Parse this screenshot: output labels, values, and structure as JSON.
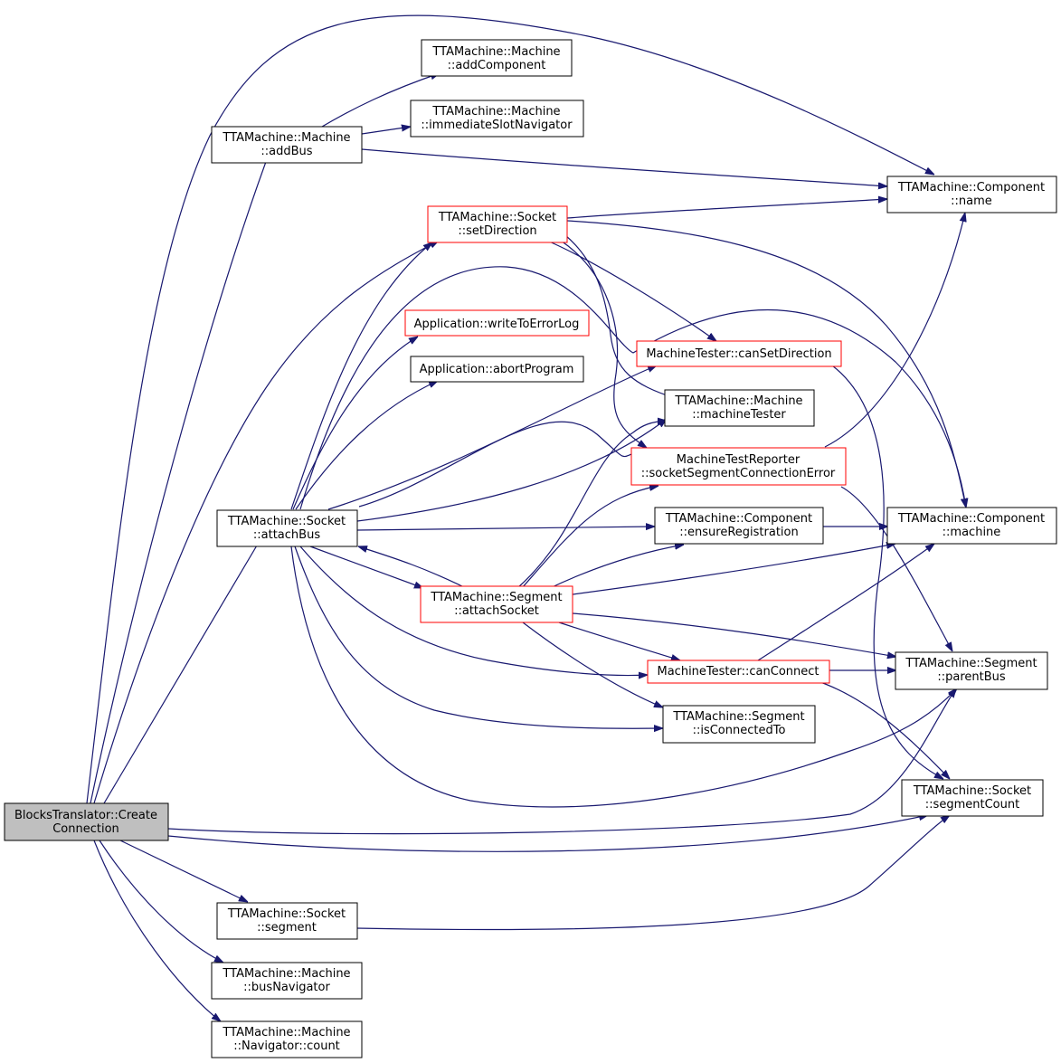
{
  "colors": {
    "edge": "#191970",
    "highlight_border": "#ff0000",
    "root_fill": "#bfbfbf"
  },
  "nodes": [
    {
      "id": "root",
      "line1": "BlocksTranslator::Create",
      "line2": "Connection",
      "style": "root"
    },
    {
      "id": "addComponent",
      "line1": "TTAMachine::Machine",
      "line2": "::addComponent",
      "style": "normal"
    },
    {
      "id": "immediateSlot",
      "line1": "TTAMachine::Machine",
      "line2": "::immediateSlotNavigator",
      "style": "normal"
    },
    {
      "id": "addBus",
      "line1": "TTAMachine::Machine",
      "line2": "::addBus",
      "style": "normal"
    },
    {
      "id": "compName",
      "line1": "TTAMachine::Component",
      "line2": "::name",
      "style": "normal"
    },
    {
      "id": "setDirection",
      "line1": "TTAMachine::Socket",
      "line2": "::setDirection",
      "style": "red"
    },
    {
      "id": "writeToErrorLog",
      "line1": "Application::writeToErrorLog",
      "line2": "",
      "style": "red"
    },
    {
      "id": "abortProgram",
      "line1": "Application::abortProgram",
      "line2": "",
      "style": "normal"
    },
    {
      "id": "canSetDirection",
      "line1": "MachineTester::canSetDirection",
      "line2": "",
      "style": "red"
    },
    {
      "id": "machineTester",
      "line1": "TTAMachine::Machine",
      "line2": "::machineTester",
      "style": "normal"
    },
    {
      "id": "segConnErr",
      "line1": "MachineTestReporter",
      "line2": "::socketSegmentConnectionError",
      "style": "red"
    },
    {
      "id": "attachBus",
      "line1": "TTAMachine::Socket",
      "line2": "::attachBus",
      "style": "normal"
    },
    {
      "id": "ensureReg",
      "line1": "TTAMachine::Component",
      "line2": "::ensureRegistration",
      "style": "normal"
    },
    {
      "id": "compMachine",
      "line1": "TTAMachine::Component",
      "line2": "::machine",
      "style": "normal"
    },
    {
      "id": "attachSocket",
      "line1": "TTAMachine::Segment",
      "line2": "::attachSocket",
      "style": "red"
    },
    {
      "id": "canConnect",
      "line1": "MachineTester::canConnect",
      "line2": "",
      "style": "red"
    },
    {
      "id": "parentBus",
      "line1": "TTAMachine::Segment",
      "line2": "::parentBus",
      "style": "normal"
    },
    {
      "id": "isConnectedTo",
      "line1": "TTAMachine::Segment",
      "line2": "::isConnectedTo",
      "style": "normal"
    },
    {
      "id": "segmentCount",
      "line1": "TTAMachine::Socket",
      "line2": "::segmentCount",
      "style": "normal"
    },
    {
      "id": "socketSegment",
      "line1": "TTAMachine::Socket",
      "line2": "::segment",
      "style": "normal"
    },
    {
      "id": "busNavigator",
      "line1": "TTAMachine::Machine",
      "line2": "::busNavigator",
      "style": "normal"
    },
    {
      "id": "navCount",
      "line1": "TTAMachine::Machine",
      "line2": "::Navigator::count",
      "style": "normal"
    }
  ],
  "edges": [
    {
      "from": "root",
      "to": "compName"
    },
    {
      "from": "root",
      "to": "addBus"
    },
    {
      "from": "root",
      "to": "setDirection"
    },
    {
      "from": "root",
      "to": "attachBus"
    },
    {
      "from": "root",
      "to": "parentBus"
    },
    {
      "from": "root",
      "to": "segmentCount"
    },
    {
      "from": "root",
      "to": "socketSegment"
    },
    {
      "from": "root",
      "to": "busNavigator"
    },
    {
      "from": "root",
      "to": "navCount"
    },
    {
      "from": "addBus",
      "to": "addComponent"
    },
    {
      "from": "addBus",
      "to": "immediateSlot"
    },
    {
      "from": "addBus",
      "to": "compName"
    },
    {
      "from": "setDirection",
      "to": "compName"
    },
    {
      "from": "setDirection",
      "to": "compMachine"
    },
    {
      "from": "setDirection",
      "to": "canSetDirection"
    },
    {
      "from": "setDirection",
      "to": "machineTester"
    },
    {
      "from": "setDirection",
      "to": "segConnErr"
    },
    {
      "from": "canSetDirection",
      "to": "segmentCount"
    },
    {
      "from": "segConnErr",
      "to": "compName"
    },
    {
      "from": "segConnErr",
      "to": "parentBus"
    },
    {
      "from": "attachBus",
      "to": "setDirection"
    },
    {
      "from": "attachBus",
      "to": "writeToErrorLog"
    },
    {
      "from": "attachBus",
      "to": "abortProgram"
    },
    {
      "from": "attachBus",
      "to": "canSetDirection"
    },
    {
      "from": "attachBus",
      "to": "machineTester"
    },
    {
      "from": "attachBus",
      "to": "segConnErr"
    },
    {
      "from": "attachBus",
      "to": "ensureReg"
    },
    {
      "from": "attachBus",
      "to": "compMachine"
    },
    {
      "from": "attachBus",
      "to": "attachSocket"
    },
    {
      "from": "attachBus",
      "to": "canConnect"
    },
    {
      "from": "attachBus",
      "to": "isConnectedTo"
    },
    {
      "from": "attachBus",
      "to": "parentBus"
    },
    {
      "from": "ensureReg",
      "to": "compMachine"
    },
    {
      "from": "attachSocket",
      "to": "attachBus"
    },
    {
      "from": "attachSocket",
      "to": "ensureReg"
    },
    {
      "from": "attachSocket",
      "to": "compMachine"
    },
    {
      "from": "attachSocket",
      "to": "machineTester"
    },
    {
      "from": "attachSocket",
      "to": "segConnErr"
    },
    {
      "from": "attachSocket",
      "to": "canConnect"
    },
    {
      "from": "attachSocket",
      "to": "parentBus"
    },
    {
      "from": "attachSocket",
      "to": "isConnectedTo"
    },
    {
      "from": "canConnect",
      "to": "compMachine"
    },
    {
      "from": "canConnect",
      "to": "parentBus"
    },
    {
      "from": "canConnect",
      "to": "segmentCount"
    },
    {
      "from": "socketSegment",
      "to": "segmentCount"
    }
  ]
}
